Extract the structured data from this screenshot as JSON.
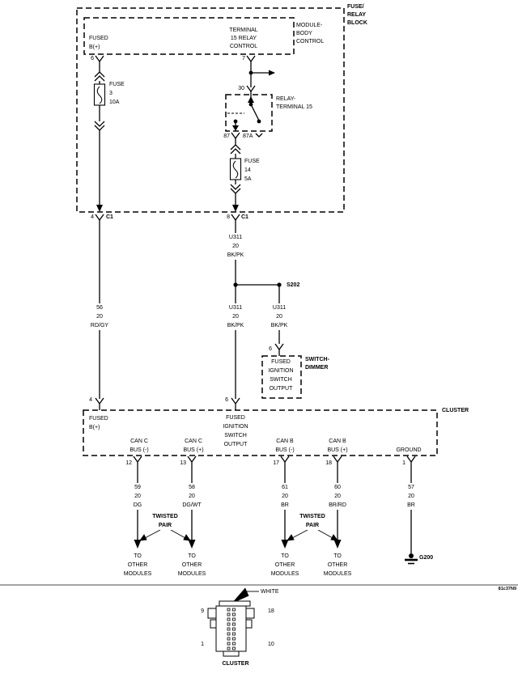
{
  "diagram": {
    "footer_code": "81c37N9",
    "frb": {
      "name": "FUSE/\nRELAY\nBLOCK",
      "mbc_name": "MODULE-\nBODY\nCONTROL",
      "fused_b": "FUSED\nB(+)",
      "terminal15": "TERMINAL\n15 RELAY\nCONTROL",
      "pin6": "6",
      "pin7": "7",
      "pin30": "30",
      "relay_name": "RELAY-\nTERMINAL 15",
      "pin87": "87",
      "pin87a": "87A",
      "fuse3": "FUSE\n3\n10A",
      "fuse14": "FUSE\n14\n5A",
      "pin4": "4",
      "pin8": "8",
      "c1": "C1"
    },
    "wires": {
      "u311_upper": "U311\n20\nBK/PK",
      "splice": "S202",
      "left": "56\n20\nRD/GY",
      "mid": "U311\n20\nBK/PK",
      "right": "U311\n20\nBK/PK"
    },
    "switch_dimmer": {
      "pin": "6",
      "function": "FUSED\nIGNITION\nSWITCH\nOUTPUT",
      "name": "SWITCH-\nDIMMER"
    },
    "cluster": {
      "name": "CLUSTER",
      "pin4": "4",
      "pin6": "6",
      "fused_b": "FUSED\nB(+)",
      "fiso": "FUSED\nIGNITION\nSWITCH\nOUTPUT",
      "twisted_pair": "TWISTED\nPAIR",
      "outs": [
        {
          "pin": "12",
          "label": "CAN C\nBUS (-)",
          "wire": "59\n20\nDG",
          "dest": "TO\nOTHER\nMODULES"
        },
        {
          "pin": "13",
          "label": "CAN C\nBUS (+)",
          "wire": "58\n20\nDG/WT",
          "dest": "TO\nOTHER\nMODULES"
        },
        {
          "pin": "17",
          "label": "CAN B\nBUS (-)",
          "wire": "61\n20\nBR",
          "dest": "TO\nOTHER\nMODULES"
        },
        {
          "pin": "18",
          "label": "CAN B\nBUS (+)",
          "wire": "60\n20\nBR/RD",
          "dest": "TO\nOTHER\nMODULES"
        },
        {
          "pin": "1",
          "label": "GROUND",
          "wire": "57\n20\nBR",
          "dest": "G200"
        }
      ]
    },
    "connector": {
      "color": "WHITE",
      "tl": "9",
      "tr": "18",
      "bl": "1",
      "br": "10",
      "name": "CLUSTER"
    }
  }
}
